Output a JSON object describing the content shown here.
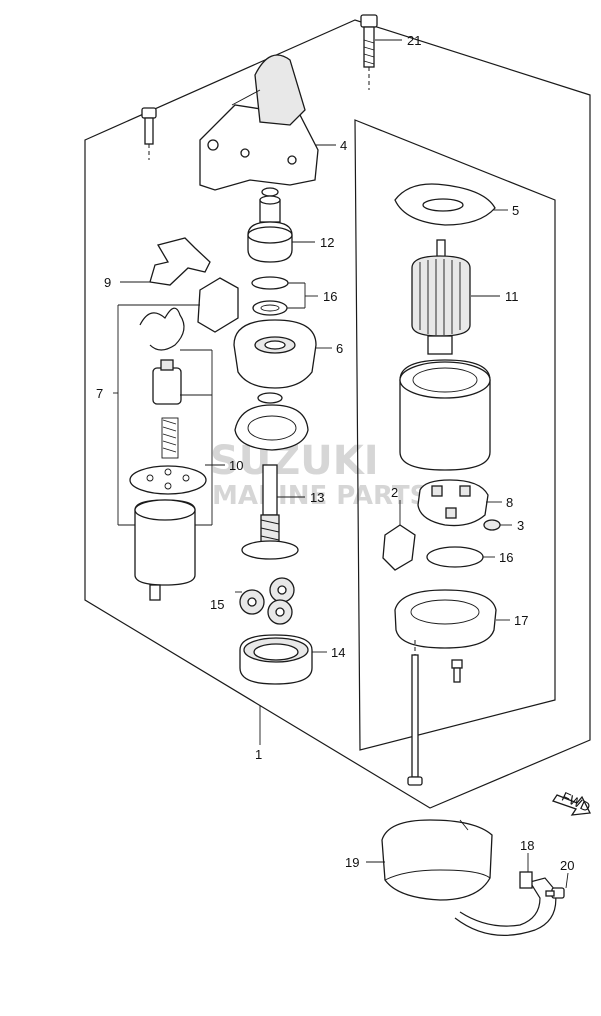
{
  "watermark": {
    "line1": "SUZUKI",
    "line2": "MARINE PARTS"
  },
  "callouts": {
    "c1": "1",
    "c2": "2",
    "c3": "3",
    "c4": "4",
    "c5": "5",
    "c6": "6",
    "c7": "7",
    "c8": "8",
    "c9": "9",
    "c10": "10",
    "c11": "11",
    "c12": "12",
    "c13": "13",
    "c14": "14",
    "c15": "15",
    "c16a": "16",
    "c16b": "16",
    "c17": "17",
    "c18": "18",
    "c19": "19",
    "c20": "20",
    "c21": "21"
  },
  "fwd_label": "FWD",
  "colors": {
    "line": "#1a1a1a",
    "watermark": "#d6d6d6",
    "shade": "#e8e8e8"
  }
}
